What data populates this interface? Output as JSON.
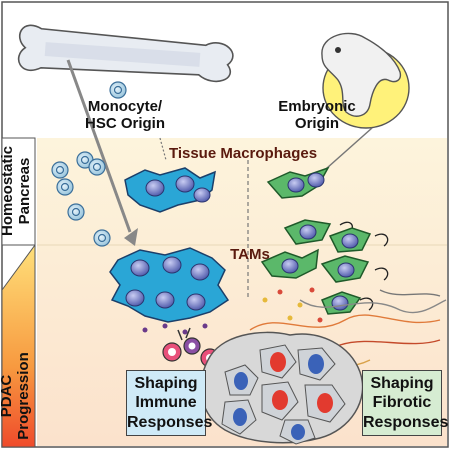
{
  "labels": {
    "monocyte_line1": "Monocyte/",
    "monocyte_line2": "HSC Origin",
    "embryonic_line1": "Embryonic",
    "embryonic_line2": "Origin",
    "tissue_macrophages": "Tissue Macrophages",
    "tams": "TAMs"
  },
  "side_labels": {
    "homeostatic_line1": "Homeostatic",
    "homeostatic_line2": "Pancreas",
    "pdac_line1": "PDAC",
    "pdac_line2": "Progression"
  },
  "boxes": {
    "immune_line1": "Shaping",
    "immune_line2": "Immune",
    "immune_line3": "Responses",
    "fibrotic_line1": "Shaping",
    "fibrotic_line2": "Fibrotic",
    "fibrotic_line3": "Responses"
  },
  "colors": {
    "monocyte_macrophage": "#2aa6d6",
    "embryonic_macrophage": "#5bb86a",
    "nucleus": "#6f79c8",
    "homeostatic_band": "#fdf3da",
    "pdac_band": "#fbe6cf",
    "immune_box": "#cfeaf7",
    "fibrotic_box": "#d6ecd2",
    "tumor_red": "#e23a2f",
    "tumor_blue": "#3a62b8",
    "yolk": "#fff27a"
  }
}
